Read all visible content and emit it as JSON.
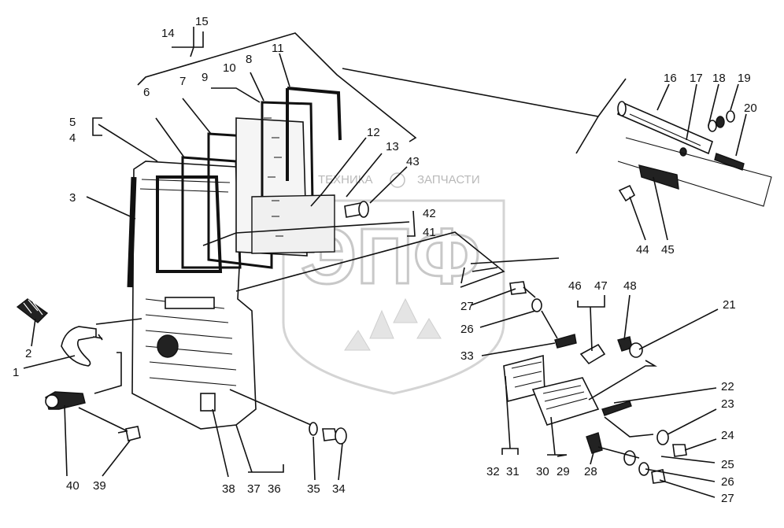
{
  "watermark": {
    "company": "ТЕХНИКА",
    "parts": "ЗАПЧАСТИ",
    "logo_letters": "ЭПФ"
  },
  "labels": {
    "l1": "1",
    "l2": "2",
    "l3": "3",
    "l4": "4",
    "l5": "5",
    "l6": "6",
    "l7": "7",
    "l8": "8",
    "l9": "9",
    "l10": "10",
    "l11": "11",
    "l12": "12",
    "l13": "13",
    "l14": "14",
    "l15": "15",
    "l16": "16",
    "l17": "17",
    "l18": "18",
    "l19": "19",
    "l20": "20",
    "l21": "21",
    "l22": "22",
    "l23": "23",
    "l24": "24",
    "l25": "25",
    "l26a": "26",
    "l26b": "26",
    "l27a": "27",
    "l27b": "27",
    "l28": "28",
    "l29": "29",
    "l30": "30",
    "l31": "31",
    "l32": "32",
    "l33": "33",
    "l34": "34",
    "l35": "35",
    "l36": "36",
    "l37": "37",
    "l38": "38",
    "l39": "39",
    "l40": "40",
    "l41": "41",
    "l42": "42",
    "l43": "43",
    "l44": "44",
    "l45": "45",
    "l46": "46",
    "l47": "47",
    "l48": "48"
  }
}
